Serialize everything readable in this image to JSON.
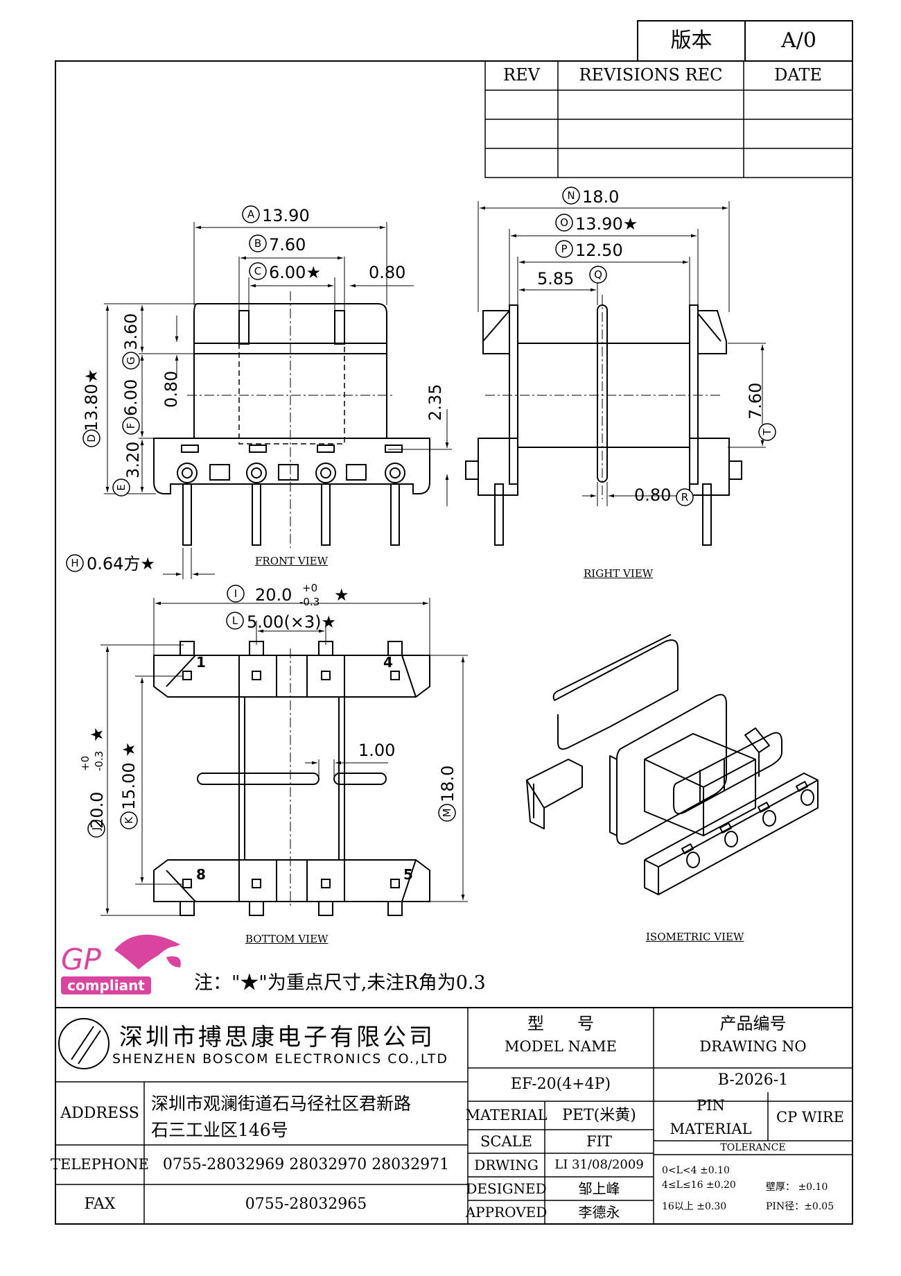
{
  "version_box": {
    "label": "版本",
    "value": "A/0"
  },
  "revision_table": {
    "headers": [
      "REV",
      "REVISIONS REC",
      "DATE"
    ],
    "rows": [
      [
        "",
        "",
        ""
      ],
      [
        "",
        "",
        ""
      ],
      [
        "",
        "",
        ""
      ]
    ]
  },
  "views": {
    "front": "FRONT VIEW",
    "right": "RIGHT VIEW",
    "bottom": "BOTTOM VIEW",
    "isometric": "ISOMETRIC VIEW"
  },
  "dimensions": {
    "A": "13.90",
    "B": "7.60",
    "C": "6.00★",
    "C_right": "0.80",
    "D": "13.80★",
    "G": "3.60",
    "F": "6.00",
    "E": "3.20",
    "front_080": "0.80",
    "front_235": "2.35",
    "H": "0.64方★",
    "N": "18.0",
    "O": "13.90★",
    "P": "12.50",
    "Q": "5.85",
    "T": "7.60",
    "R": "0.80",
    "I": "20.0",
    "I_tol_plus": "+0",
    "I_tol_minus": "-0.3",
    "I_star": "★",
    "L": "5.00(×3)★",
    "J": "20.0",
    "J_tol_plus": "+0",
    "J_tol_minus": "-0.3",
    "J_star": "★",
    "K": "15.00 ★",
    "M": "18.0",
    "bottom_100": "1.00"
  },
  "pin_numbers": [
    "1",
    "4",
    "8",
    "5"
  ],
  "logo": {
    "gp": "GP",
    "compliant": "compliant"
  },
  "note": "注：\"★\"为重点尺寸,未注R角为0.3",
  "company": {
    "name_cn": "深圳市搏思康电子有限公司",
    "name_en": "SHENZHEN BOSCOM ELECTRONICS CO.,LTD"
  },
  "title_block": {
    "model_label_cn": "型　　号",
    "model_label_en": "MODEL NAME",
    "drawing_label_cn": "产品编号",
    "drawing_label_en": "DRAWING NO",
    "model_value": "EF-20(4+4P)",
    "drawing_value": "B-2026-1",
    "address_label": "ADDRESS",
    "address_line1": "深圳市观澜街道石马径社区君新路",
    "address_line2": "石三工业区146号",
    "telephone_label": "TELEPHONE",
    "telephone_value": "0755-28032969 28032970 28032971",
    "fax_label": "FAX",
    "fax_value": "0755-28032965",
    "material_label": "MATERIAL",
    "material_value": "PET(米黄)",
    "scale_label": "SCALE",
    "scale_value": "FIT",
    "drawing_by_label": "DRWING",
    "drawing_by_value": "LI 31/08/2009",
    "designed_label": "DESIGNED",
    "designed_value": "邹上峰",
    "approved_label": "APPROVED",
    "approved_value": "李德永",
    "pin_material_label1": "PIN",
    "pin_material_label2": "MATERIAL",
    "pin_material_value": "CP WIRE",
    "tolerance_label": "TOLERANCE",
    "tol_line1": "0<L<4  ±0.10",
    "tol_line2a": "4≤L≤16  ±0.20",
    "tol_line2b": "壁厚：  ±0.10",
    "tol_line3a": "16以上     ±0.30",
    "tol_line3b": "PIN径：±0.05"
  }
}
